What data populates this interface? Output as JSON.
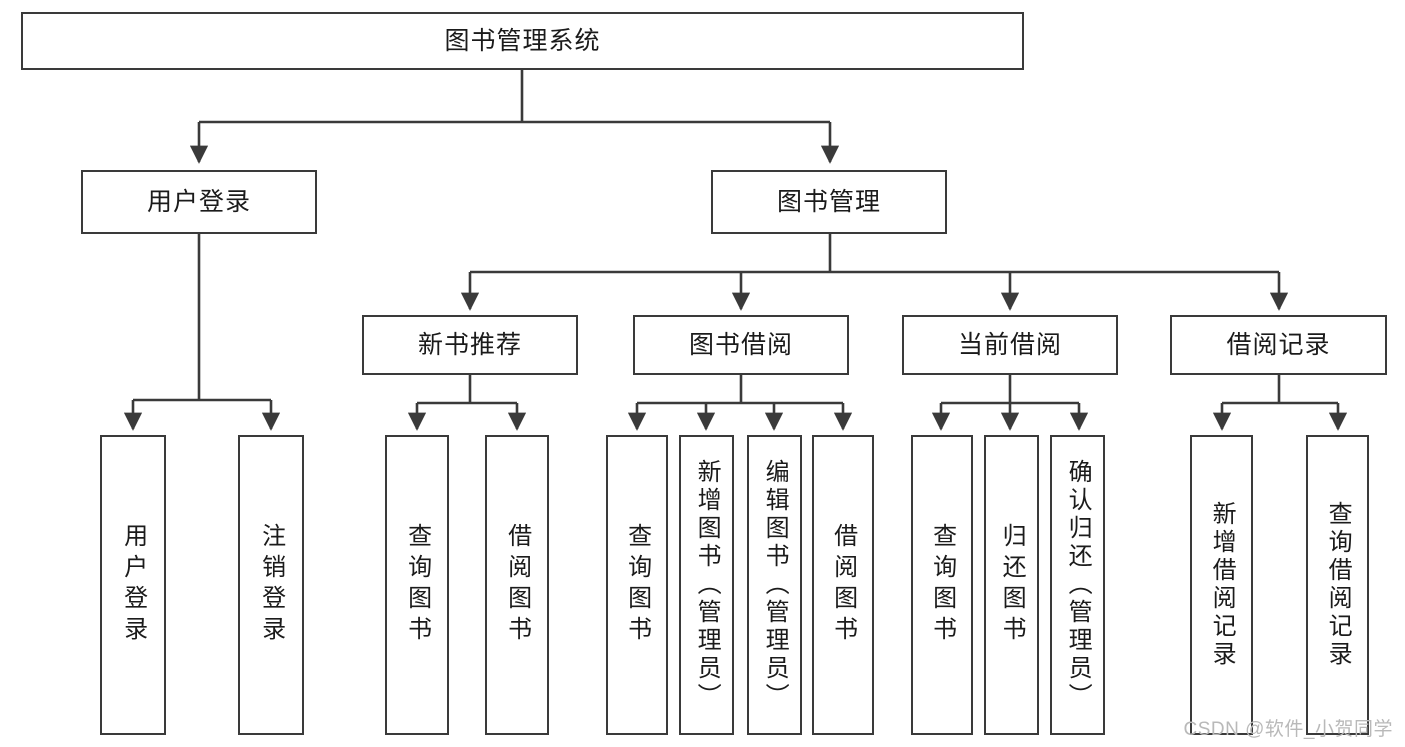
{
  "diagram": {
    "title": "图书管理系统",
    "type": "tree-structure-chart",
    "watermark": "CSDN @软件_小贺同学",
    "colors": {
      "box_border": "#3a3a3a",
      "box_fill": "#ffffff",
      "connector": "#3a3a3a",
      "text": "#1b1b1b",
      "watermark": "#b9b9b9",
      "background": "#ffffff"
    }
  },
  "nodes": {
    "root": {
      "label": "图书管理系统"
    },
    "level2": [
      {
        "id": "user-login",
        "label": "用户登录"
      },
      {
        "id": "book-management",
        "label": "图书管理"
      }
    ],
    "level3": [
      {
        "id": "new-book-recommend",
        "label": "新书推荐"
      },
      {
        "id": "book-borrow",
        "label": "图书借阅"
      },
      {
        "id": "current-borrow",
        "label": "当前借阅"
      },
      {
        "id": "borrow-record",
        "label": "借阅记录"
      }
    ],
    "leaves": [
      {
        "id": "leaf-user-login",
        "parent": "user-login",
        "label": "用户登录"
      },
      {
        "id": "leaf-logout",
        "parent": "user-login",
        "label": "注销登录"
      },
      {
        "id": "leaf-query-book-1",
        "parent": "new-book-recommend",
        "label": "查询图书"
      },
      {
        "id": "leaf-borrow-book-1",
        "parent": "new-book-recommend",
        "label": "借阅图书"
      },
      {
        "id": "leaf-query-book-2",
        "parent": "book-borrow",
        "label": "查询图书"
      },
      {
        "id": "leaf-add-book",
        "parent": "book-borrow",
        "label": "新增图书（管理员）"
      },
      {
        "id": "leaf-edit-book",
        "parent": "book-borrow",
        "label": "编辑图书（管理员）"
      },
      {
        "id": "leaf-borrow-book-2",
        "parent": "book-borrow",
        "label": "借阅图书"
      },
      {
        "id": "leaf-query-book-3",
        "parent": "current-borrow",
        "label": "查询图书"
      },
      {
        "id": "leaf-return-book",
        "parent": "current-borrow",
        "label": "归还图书"
      },
      {
        "id": "leaf-confirm-return",
        "parent": "current-borrow",
        "label": "确认归还（管理员）"
      },
      {
        "id": "leaf-add-record",
        "parent": "borrow-record",
        "label": "新增借阅记录"
      },
      {
        "id": "leaf-query-record",
        "parent": "borrow-record",
        "label": "查询借阅记录"
      }
    ]
  }
}
